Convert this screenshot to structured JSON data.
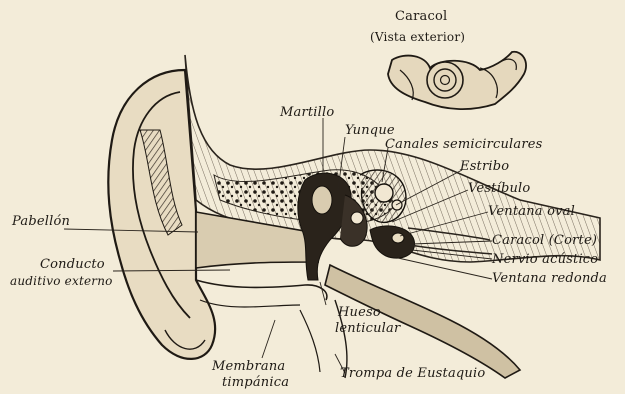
{
  "inset": {
    "title": "Caracol",
    "subtitle": "(Vista exterior)"
  },
  "labels": {
    "martillo": "Martillo",
    "yunque": "Yunque",
    "canales": "Canales semicirculares",
    "estribo": "Estribo",
    "vestibulo": "Vestíbulo",
    "ventana_oval": "Ventana oval",
    "caracol_corte": "Caracol (Corte)",
    "nervio": "Nervio acústico",
    "ventana_redonda": "Ventana redonda",
    "pabellon": "Pabellón",
    "conducto_1": "Conducto",
    "conducto_2": "auditivo externo",
    "hueso_1": "Hueso",
    "hueso_2": "lenticular",
    "membrana_1": "Membrana",
    "membrana_2": "timpánica",
    "trompa": "Trompa de Eustaquio"
  }
}
